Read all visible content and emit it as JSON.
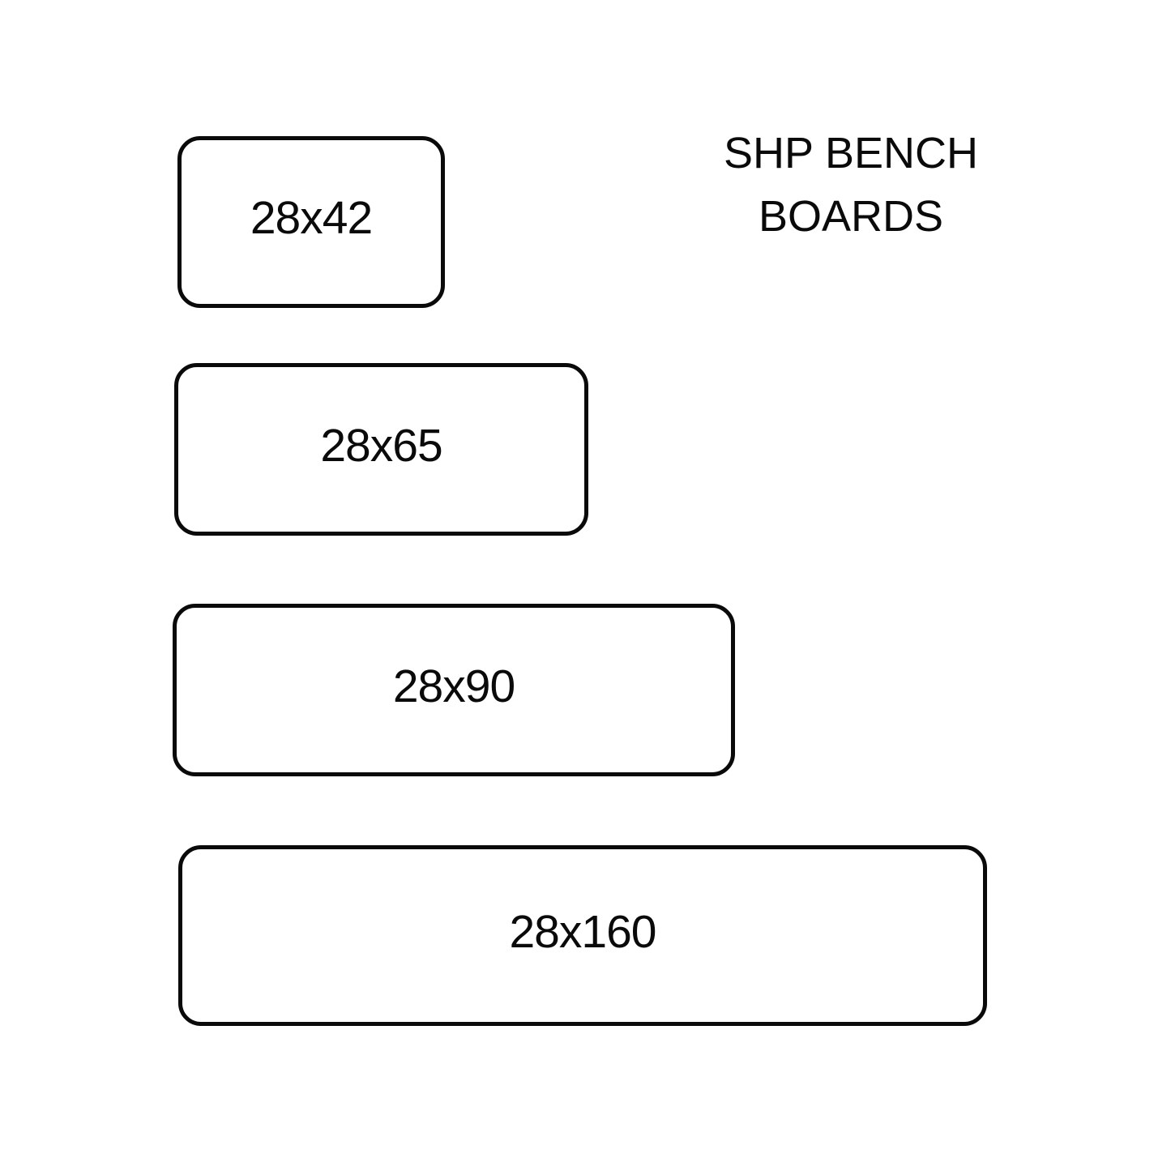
{
  "title": {
    "line1": "SHP BENCH",
    "line2": "BOARDS"
  },
  "boards": [
    {
      "label": "28x42"
    },
    {
      "label": "28x65"
    },
    {
      "label": "28x90"
    },
    {
      "label": "28x160"
    }
  ],
  "colors": {
    "background": "#ffffff",
    "stroke": "#0a0a0a",
    "text": "#0a0a0a"
  }
}
